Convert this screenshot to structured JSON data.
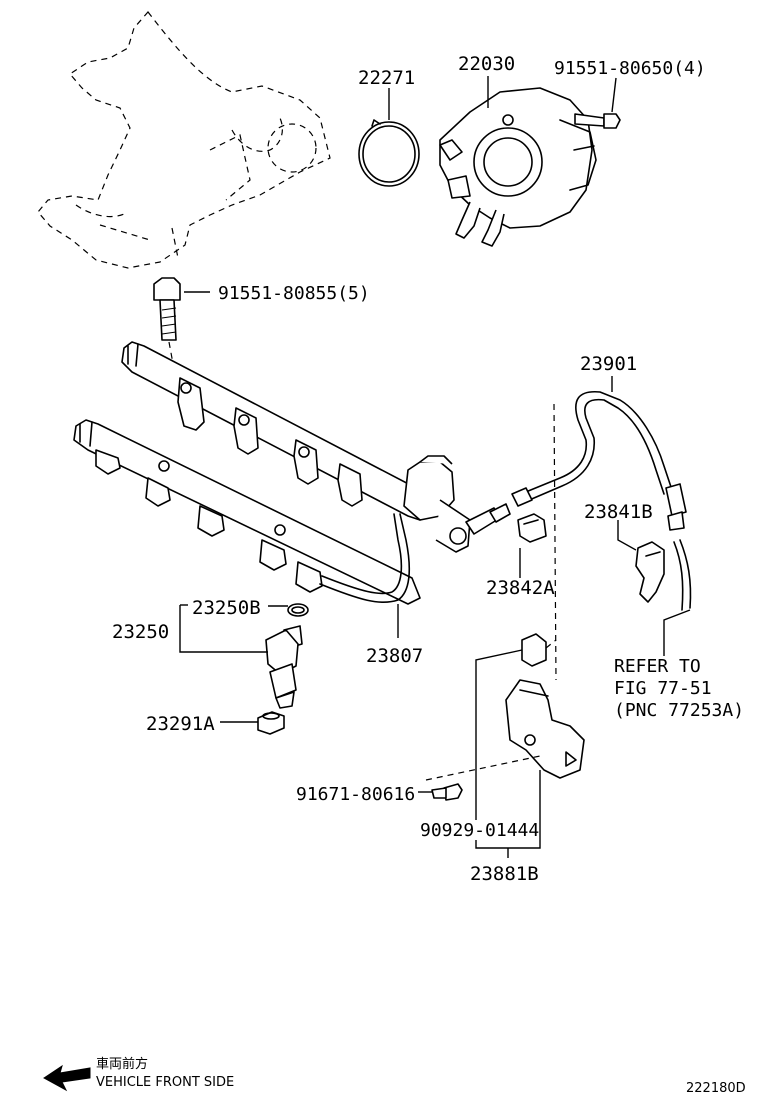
{
  "labels": {
    "p22271": "22271",
    "p22030": "22030",
    "p91551_80650": "91551-80650(4)",
    "p91551_80855": "91551-80855(5)",
    "p23901": "23901",
    "p23841B": "23841B",
    "p23842A": "23842A",
    "p23250B": "23250B",
    "p23250": "23250",
    "p23807": "23807",
    "p23291A": "23291A",
    "refer_line1": "REFER TO",
    "refer_line2": "FIG 77-51",
    "refer_line3": "(PNC 77253A)",
    "p91671_80616": "91671-80616",
    "p90929_01444": "90929-01444",
    "p23881B": "23881B"
  },
  "footer": {
    "japanese": "車両前方",
    "vehicle_front": "VEHICLE FRONT SIDE",
    "diagram_code": "222180D"
  }
}
